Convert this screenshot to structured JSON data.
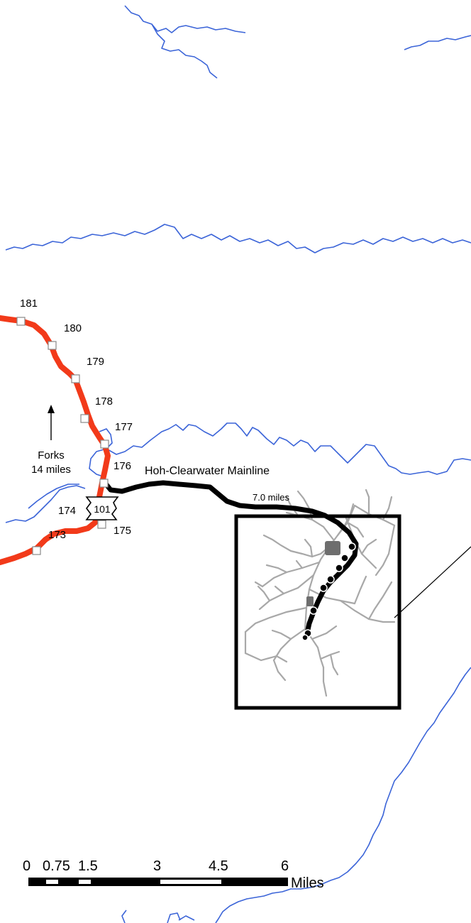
{
  "map": {
    "route_label": "Hoh-Clearwater Mainline",
    "route_distance": "7.0 miles",
    "direction_note": {
      "place": "Forks",
      "distance": "14 miles"
    },
    "highway_shield": "101",
    "mileposts": [
      "181",
      "180",
      "179",
      "178",
      "177",
      "176",
      "175",
      "174",
      "173"
    ],
    "scale_bar": {
      "ticks": [
        "0",
        "0.75",
        "1.5",
        "3",
        "4.5",
        "6"
      ],
      "unit": "Miles"
    },
    "colors": {
      "river": "#3b64d8",
      "highway": "#f23a1a",
      "mainline": "#000000",
      "roads": "#a8a8a8",
      "features": "#6e6e6e"
    },
    "icons": {
      "highway_shield": "us-route-shield-icon",
      "north_arrow": "arrow-up-icon",
      "milepost_marker": "square-marker-icon",
      "site_marker": "circle-dot-icon"
    }
  }
}
